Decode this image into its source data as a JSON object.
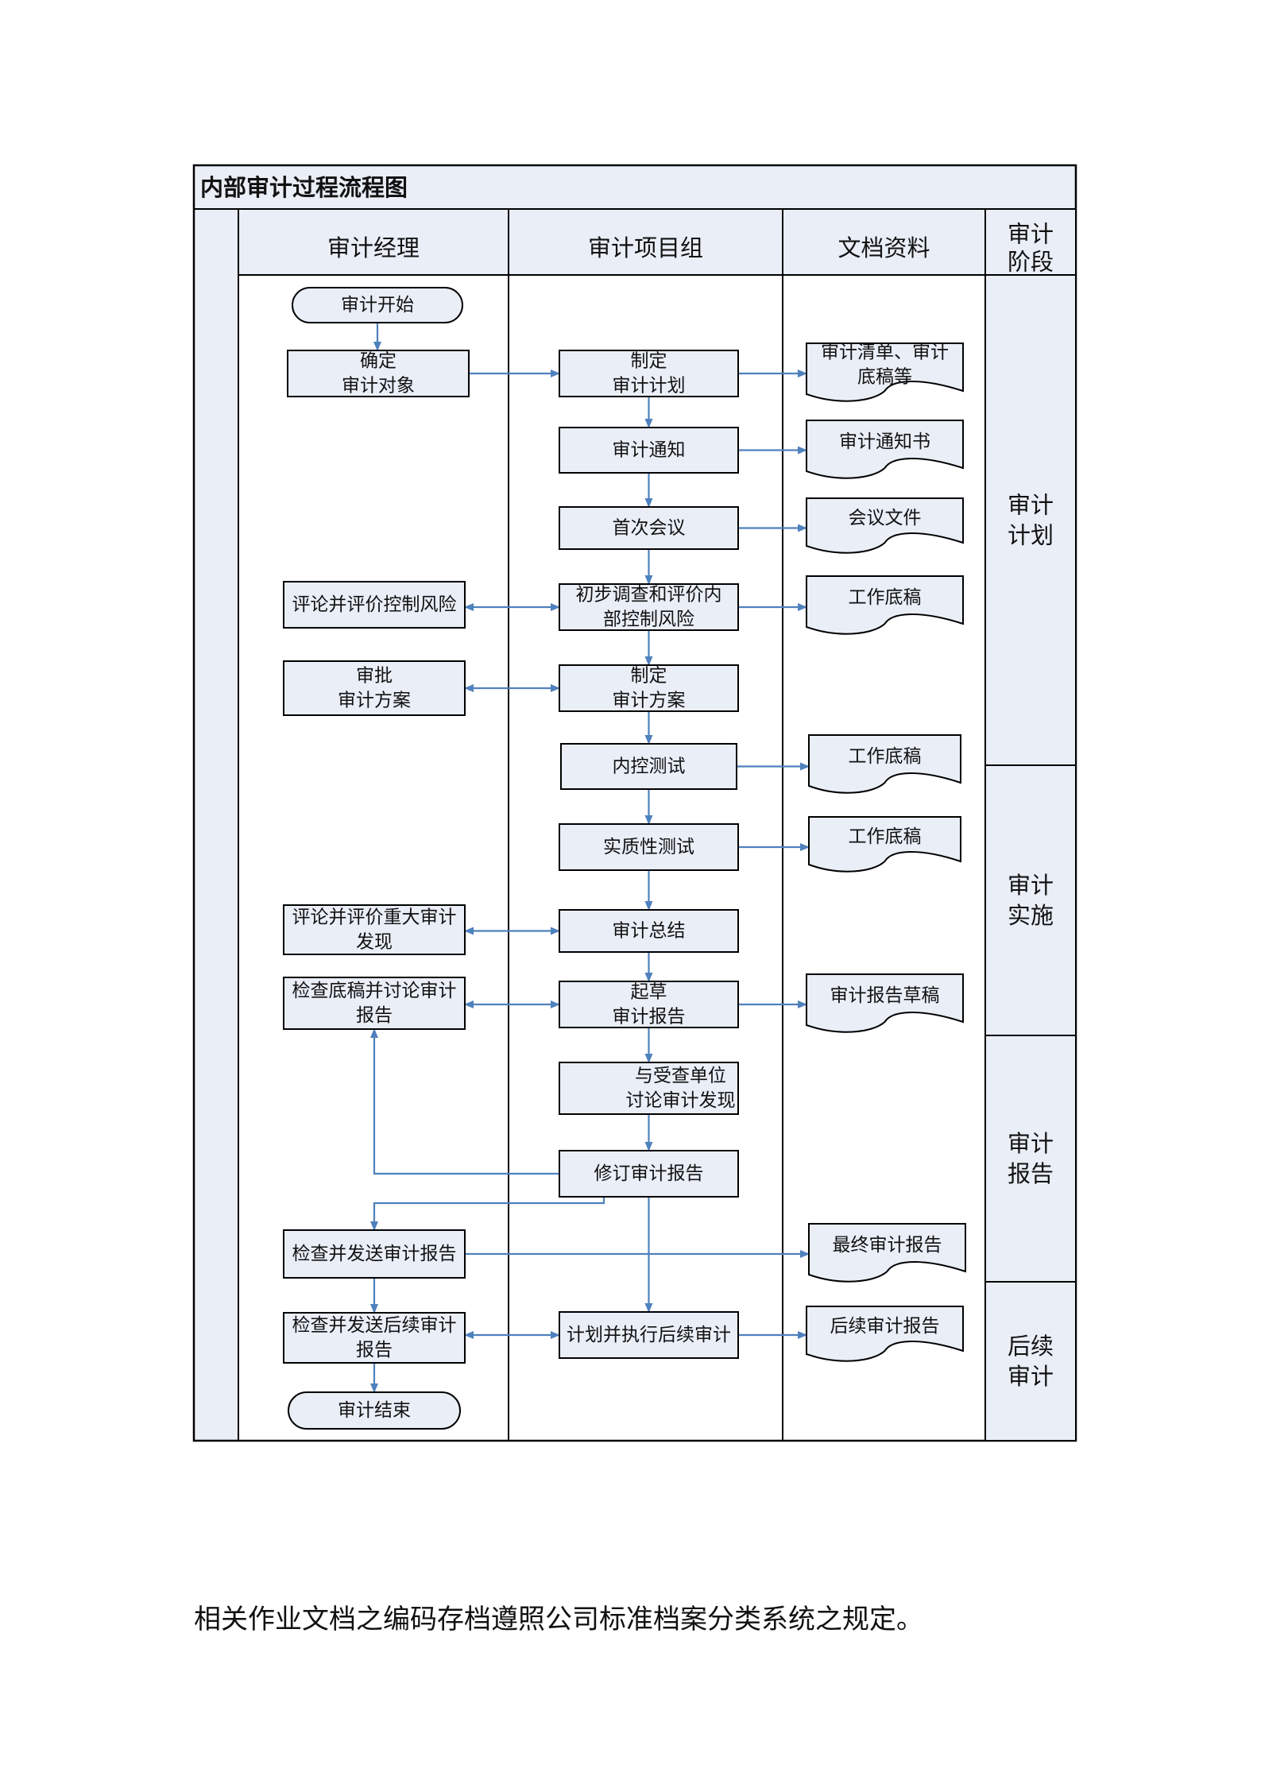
{
  "title": "内部审计过程流程图",
  "lanes": [
    "审计经理",
    "审计项目组",
    "文档资料"
  ],
  "phase_header": [
    "审计",
    "阶段"
  ],
  "phases": [
    {
      "id": "plan",
      "lines": [
        "审计",
        "计划"
      ]
    },
    {
      "id": "exec",
      "lines": [
        "审计",
        "实施"
      ]
    },
    {
      "id": "report",
      "lines": [
        "审计",
        "报告"
      ]
    },
    {
      "id": "follow",
      "lines": [
        "后续",
        "审计"
      ]
    }
  ],
  "nodes": [
    {
      "id": "start",
      "shape": "terminal",
      "lines": [
        "审计开始"
      ]
    },
    {
      "id": "confirm",
      "shape": "process",
      "lines": [
        "确定",
        "审计对象"
      ]
    },
    {
      "id": "review_risk",
      "shape": "process",
      "lines": [
        "评论并评价控制风险"
      ]
    },
    {
      "id": "approve",
      "shape": "process",
      "lines": [
        "审批",
        "审计方案"
      ]
    },
    {
      "id": "review_findings",
      "shape": "process",
      "lines": [
        "评论并评价重大审计",
        "发现"
      ]
    },
    {
      "id": "check_draft",
      "shape": "process",
      "lines": [
        "检查底稿并讨论审计",
        "报告"
      ]
    },
    {
      "id": "send_report",
      "shape": "process",
      "lines": [
        "检查并发送审计报告"
      ]
    },
    {
      "id": "send_follow",
      "shape": "process",
      "lines": [
        "检查并发送后续审计",
        "报告"
      ]
    },
    {
      "id": "end",
      "shape": "terminal",
      "lines": [
        "审计结束"
      ]
    },
    {
      "id": "make_plan",
      "shape": "process",
      "lines": [
        "制定",
        "审计计划"
      ]
    },
    {
      "id": "notice",
      "shape": "process",
      "lines": [
        "审计通知"
      ]
    },
    {
      "id": "meeting",
      "shape": "process",
      "lines": [
        "首次会议"
      ]
    },
    {
      "id": "survey",
      "shape": "process",
      "lines": [
        "初步调查和评价内",
        "部控制风险"
      ]
    },
    {
      "id": "make_scheme",
      "shape": "process",
      "lines": [
        "制定",
        "审计方案"
      ]
    },
    {
      "id": "ic_test",
      "shape": "process",
      "lines": [
        "内控测试"
      ]
    },
    {
      "id": "subst_test",
      "shape": "process",
      "lines": [
        "实质性测试"
      ]
    },
    {
      "id": "summary",
      "shape": "process",
      "lines": [
        "审计总结"
      ]
    },
    {
      "id": "draft",
      "shape": "process",
      "lines": [
        "起草",
        "审计报告"
      ]
    },
    {
      "id": "discuss",
      "shape": "process",
      "lines": [
        "与受查单位",
        "讨论审计发现"
      ]
    },
    {
      "id": "revise",
      "shape": "process",
      "lines": [
        "修订审计报告"
      ]
    },
    {
      "id": "plan_follow",
      "shape": "process",
      "lines": [
        "计划并执行后续审计"
      ]
    },
    {
      "id": "doc_checklist",
      "shape": "document",
      "lines": [
        "审计清单、审计",
        "底稿等"
      ]
    },
    {
      "id": "doc_notice",
      "shape": "document",
      "lines": [
        "审计通知书"
      ]
    },
    {
      "id": "doc_meeting",
      "shape": "document",
      "lines": [
        "会议文件"
      ]
    },
    {
      "id": "doc_wp1",
      "shape": "document",
      "lines": [
        "工作底稿"
      ]
    },
    {
      "id": "doc_wp2",
      "shape": "document",
      "lines": [
        "工作底稿"
      ]
    },
    {
      "id": "doc_wp3",
      "shape": "document",
      "lines": [
        "工作底稿"
      ]
    },
    {
      "id": "doc_draft",
      "shape": "document",
      "lines": [
        "审计报告草稿"
      ]
    },
    {
      "id": "doc_final",
      "shape": "document",
      "lines": [
        "最终审计报告"
      ]
    },
    {
      "id": "doc_follow",
      "shape": "document",
      "lines": [
        "后续审计报告"
      ]
    }
  ],
  "edges": [
    {
      "from": "start",
      "to": "confirm"
    },
    {
      "from": "confirm",
      "to": "make_plan"
    },
    {
      "from": "make_plan",
      "to": "doc_checklist"
    },
    {
      "from": "make_plan",
      "to": "notice"
    },
    {
      "from": "notice",
      "to": "doc_notice"
    },
    {
      "from": "notice",
      "to": "meeting"
    },
    {
      "from": "meeting",
      "to": "doc_meeting"
    },
    {
      "from": "meeting",
      "to": "survey"
    },
    {
      "from": "survey",
      "to": "review_risk",
      "bidirectional": true
    },
    {
      "from": "survey",
      "to": "doc_wp1"
    },
    {
      "from": "survey",
      "to": "make_scheme"
    },
    {
      "from": "make_scheme",
      "to": "approve",
      "bidirectional": true
    },
    {
      "from": "make_scheme",
      "to": "ic_test"
    },
    {
      "from": "ic_test",
      "to": "doc_wp2"
    },
    {
      "from": "ic_test",
      "to": "subst_test"
    },
    {
      "from": "subst_test",
      "to": "doc_wp3"
    },
    {
      "from": "subst_test",
      "to": "summary"
    },
    {
      "from": "summary",
      "to": "review_findings",
      "bidirectional": true
    },
    {
      "from": "summary",
      "to": "draft"
    },
    {
      "from": "draft",
      "to": "check_draft",
      "bidirectional": true
    },
    {
      "from": "draft",
      "to": "doc_draft"
    },
    {
      "from": "draft",
      "to": "discuss"
    },
    {
      "from": "discuss",
      "to": "revise"
    },
    {
      "from": "revise",
      "to": "check_draft"
    },
    {
      "from": "revise",
      "to": "send_report"
    },
    {
      "from": "revise",
      "to": "plan_follow"
    },
    {
      "from": "send_report",
      "to": "doc_final"
    },
    {
      "from": "send_report",
      "to": "send_follow"
    },
    {
      "from": "plan_follow",
      "to": "send_follow",
      "bidirectional": true
    },
    {
      "from": "plan_follow",
      "to": "doc_follow"
    },
    {
      "from": "send_follow",
      "to": "end"
    }
  ],
  "footer_note": "相关作业文档之编码存档遵照公司标准档案分类系统之规定。",
  "colors": {
    "box_fill": "#e9eef7",
    "connector": "#4f81bd",
    "border": "#000000"
  }
}
